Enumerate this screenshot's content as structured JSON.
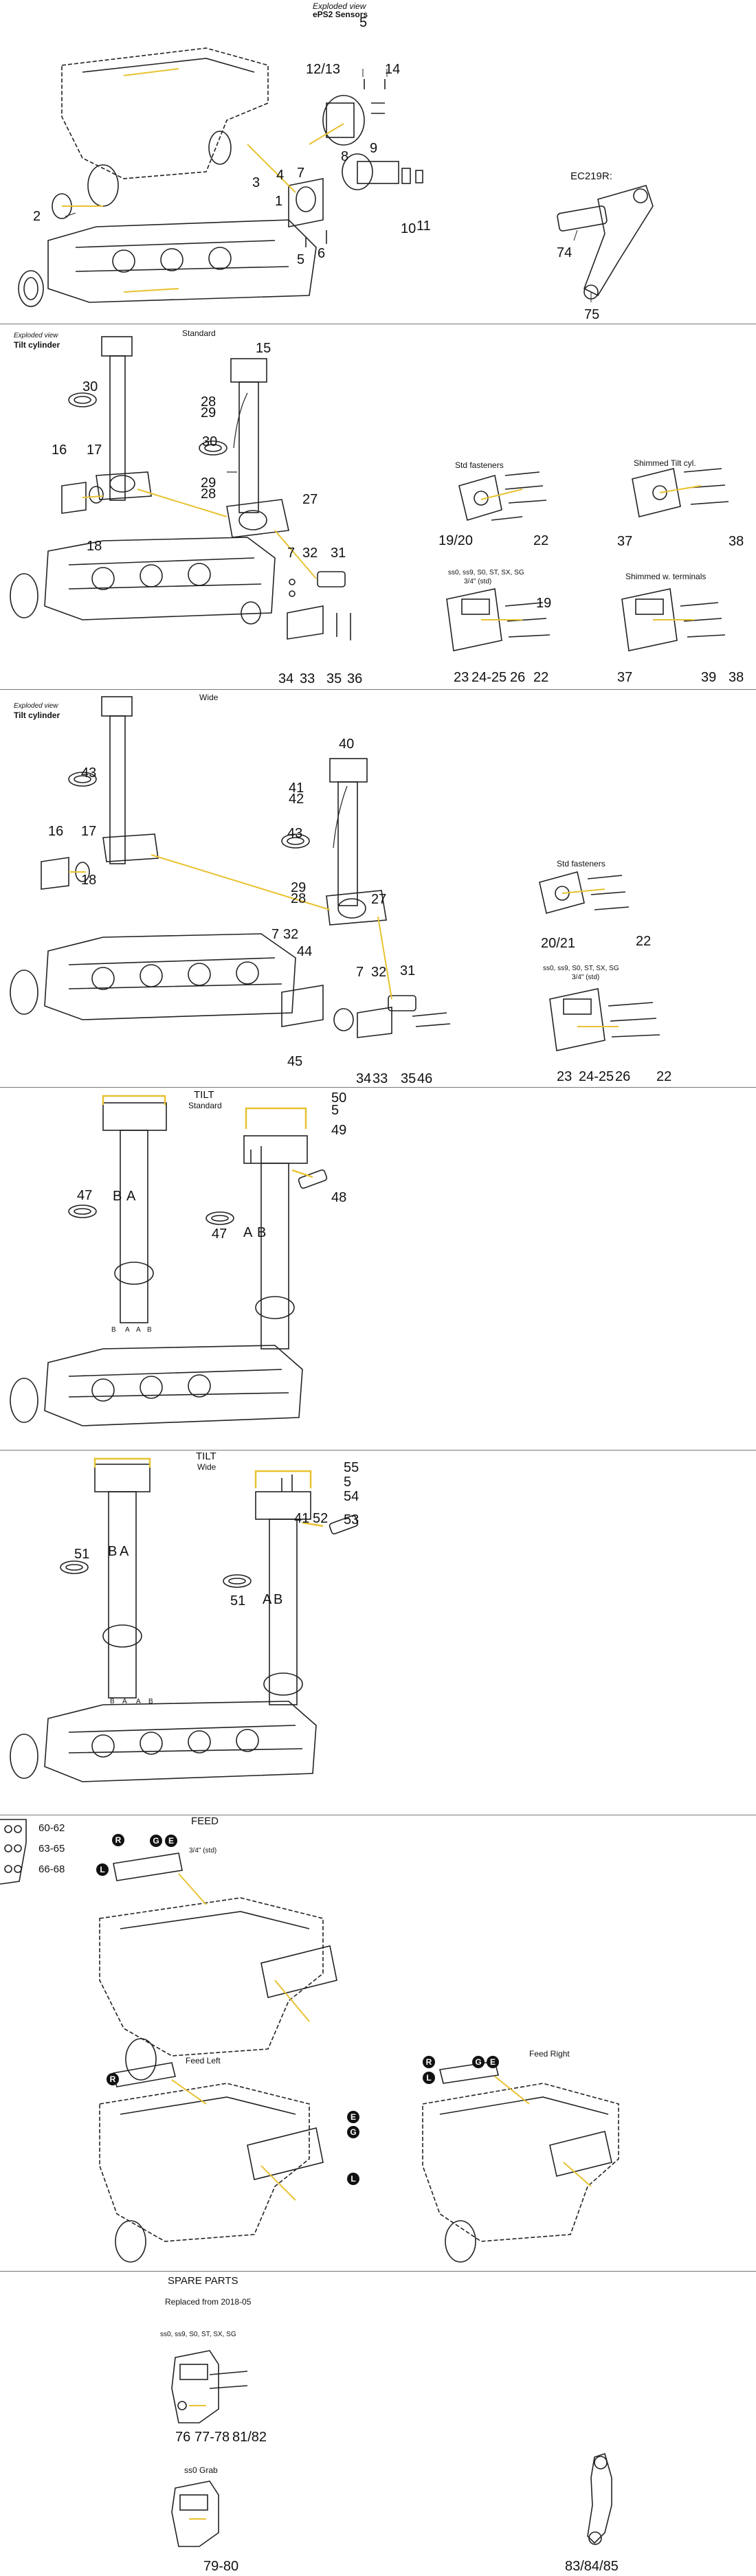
{
  "colors": {
    "line": "#222222",
    "accent": "#e8c230",
    "separator": "#777777"
  },
  "section1": {
    "exploded_view": "Exploded view",
    "eps2_sensors": "ePS2 Sensors",
    "ec219r": "EC219R:",
    "parts": [
      "1",
      "2",
      "3",
      "4",
      "5",
      "5",
      "6",
      "7",
      "8",
      "9",
      "10",
      "11",
      "12/13",
      "14",
      "74",
      "75"
    ]
  },
  "section2": {
    "exploded_view": "Exploded view",
    "tilt_cylinder": "Tilt cylinder",
    "standard": "Standard",
    "std_fasteners": "Std fasteners",
    "shimmed_tilt_cyl": "Shimmed Tilt cyl.",
    "variants": "ss0, ss9, S0, ST, SX, SG",
    "thread": "3/4\" (std)",
    "shimmed_terminals": "Shimmed w. terminals",
    "parts": [
      "15",
      "16",
      "17",
      "18",
      "19/20",
      "19",
      "22",
      "22",
      "23",
      "24-25",
      "26",
      "27",
      "28",
      "29",
      "28",
      "29",
      "30",
      "30",
      "31",
      "7",
      "32",
      "34",
      "33",
      "35",
      "36",
      "37",
      "38",
      "37",
      "39",
      "38"
    ]
  },
  "section3": {
    "exploded_view": "Exploded view",
    "tilt_cylinder": "Tilt cylinder",
    "wide": "Wide",
    "std_fasteners": "Std fasteners",
    "variants": "ss0, ss9, S0, ST, SX, SG",
    "thread": "3/4\" (std)",
    "parts": [
      "40",
      "41",
      "42",
      "43",
      "43",
      "16",
      "17",
      "18",
      "29",
      "28",
      "27",
      "7",
      "32",
      "44",
      "45",
      "7",
      "32",
      "31",
      "34",
      "33",
      "35",
      "46",
      "20/21",
      "22",
      "23",
      "24-25",
      "26",
      "22"
    ]
  },
  "section4": {
    "tilt": "TILT",
    "standard": "Standard",
    "parts": [
      "50",
      "5",
      "49",
      "48",
      "47",
      "47",
      "B",
      "A",
      "A",
      "B"
    ],
    "port_letters": [
      "B",
      "A",
      "A",
      "B"
    ]
  },
  "section5": {
    "tilt": "TILT",
    "wide": "Wide",
    "parts": [
      "55",
      "5",
      "54",
      "41",
      "52",
      "53",
      "51",
      "51",
      "B",
      "A",
      "A",
      "B"
    ],
    "port_letters": [
      "B",
      "A",
      "A",
      "B"
    ]
  },
  "section6": {
    "legend": [
      "60-62",
      "63-65",
      "66-68"
    ],
    "feed": "FEED",
    "thread": "3/4\" (std)",
    "feed_left": "Feed Left",
    "feed_right": "Feed Right",
    "badges": [
      "R",
      "L",
      "G",
      "E",
      "R",
      "L",
      "G",
      "E",
      "R",
      "L",
      "G",
      "E"
    ]
  },
  "section7": {
    "spare_parts": "SPARE PARTS",
    "replaced_from": "Replaced from 2018-05",
    "variants": "ss0, ss9, S0, ST, SX, SG",
    "s0_grab": "ss0 Grab",
    "parts": [
      "76",
      "77-78",
      "81/82",
      "79-80",
      "83/84/85"
    ]
  }
}
